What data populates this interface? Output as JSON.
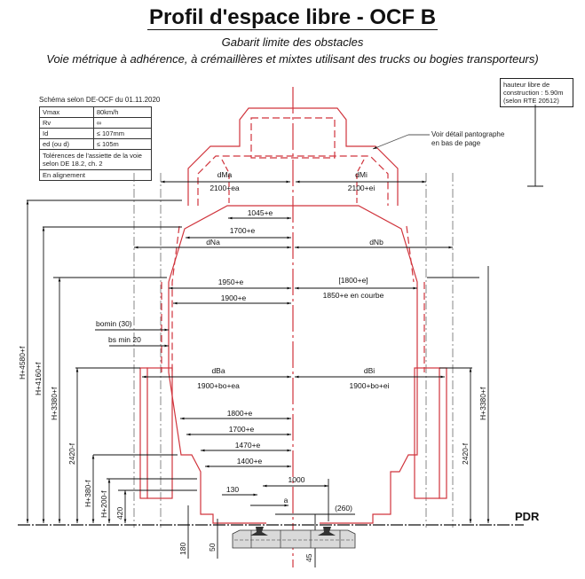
{
  "header": {
    "title": "Profil d'espace libre - OCF B",
    "subtitle": "Gabarit limite des obstacles",
    "description": "Voie métrique à adhérence, à crémaillères et mixtes utilisant des trucks ou bogies transporteurs)"
  },
  "spec_table": {
    "caption": "Schéma selon DE-OCF du 01.11.2020",
    "rows": [
      {
        "label": "Vmax",
        "value": "80km/h"
      },
      {
        "label": "Rv",
        "value": "∞"
      },
      {
        "label": "Id",
        "value": "≤ 107mm"
      },
      {
        "label": "ed (ou d)",
        "value": "≤ 105m"
      }
    ],
    "tolerance_note": "Tolérences de l'assiette de la voie selon DE 18.2, ch. 2",
    "alignment": "En alignement"
  },
  "height_box": {
    "line1": "hauteur libre de",
    "line2": "construction : 5.90m",
    "line3": "(selon RTE 20512)"
  },
  "pantograph_note": {
    "line1": "Voir détail pantographe",
    "line2": "en bas de page"
  },
  "dimensions": {
    "dMa": "dMa",
    "dMa_value": "2100+ea",
    "dMi": "dMi",
    "dMi_value": "2100+ei",
    "d1045": "1045+e",
    "d1700_top": "1700+e",
    "dNa": "dNa",
    "dNb": "dNb",
    "d1950": "1950+e",
    "d1800_bracket": "[1800+e]",
    "d1850_curve": "1850+e en courbe",
    "d1900": "1900+e",
    "bomin": "bomin (30)",
    "bsmin": "bs min 20",
    "dBa": "dBa",
    "dBa_value": "1900+bo+ea",
    "dBi": "dBi",
    "dBi_value": "1900+bo+ei",
    "d1800": "1800+e",
    "d1700": "1700+e",
    "d1470": "1470+e",
    "d1400": "1400+e",
    "d1000": "1000",
    "d130": "130",
    "a": "a",
    "d260": "(260)",
    "d180": "180",
    "d50": "50",
    "d45": "45"
  },
  "vertical_dims": {
    "h4580": "H+4580+f",
    "h4160": "H+4160+f",
    "h3380_left": "H+3380+f",
    "d2420_left": "2420-f",
    "h380": "H+380-f",
    "h200": "H+200-f",
    "d420": "420",
    "d2420_right": "2420-f",
    "h3380_right": "H+3380+f"
  },
  "labels": {
    "pdr": "PDR"
  },
  "colors": {
    "profile_red": "#d0343c",
    "line_black": "#111111",
    "rail_fill": "#d9d9d9"
  }
}
